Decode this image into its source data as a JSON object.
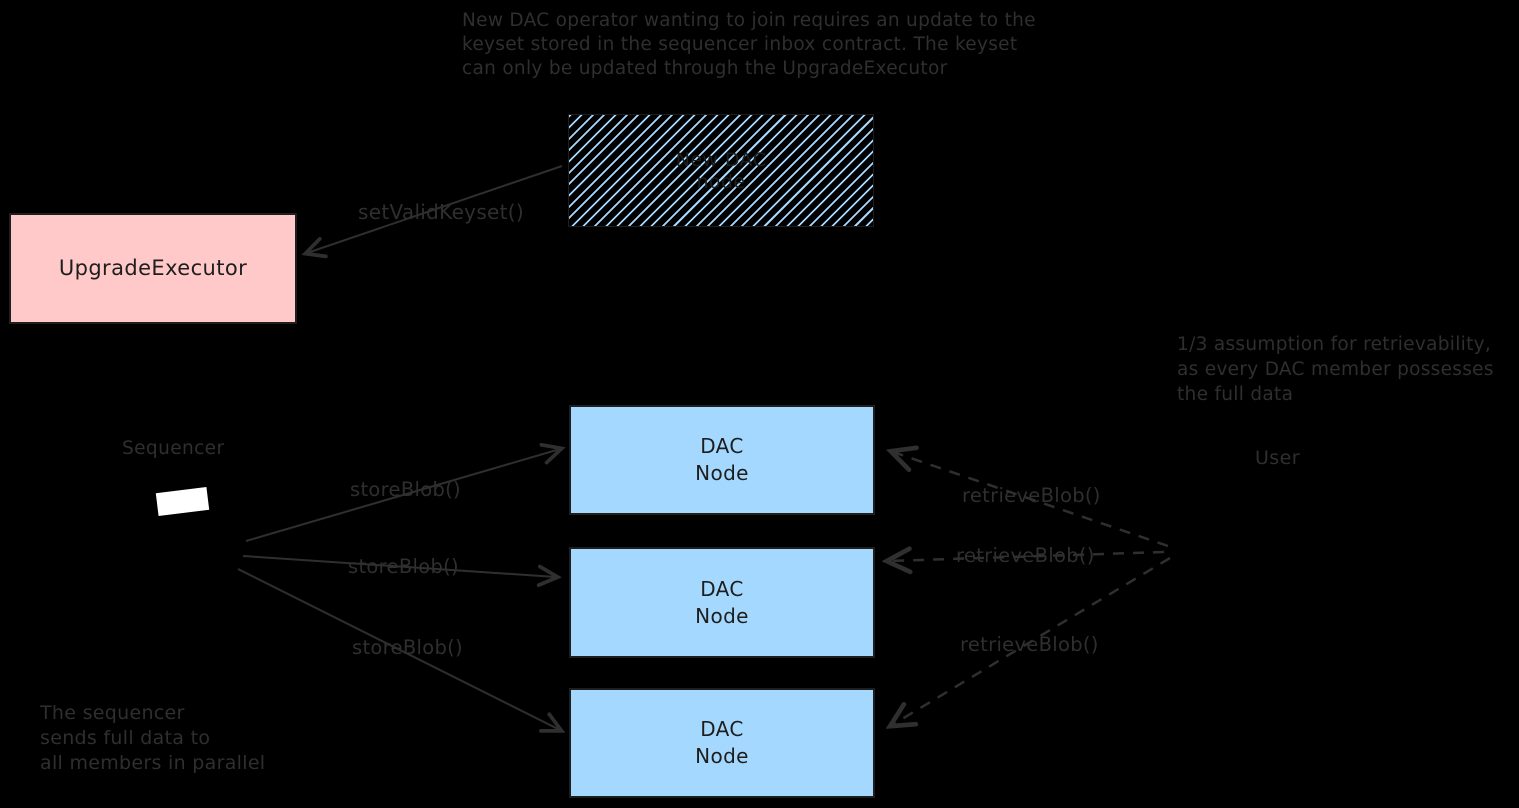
{
  "canvas": {
    "background": "#000000",
    "stroke_color": "#2f2f2f",
    "ink_color": "#1e1e1e",
    "blue_fill": "#a5d8ff",
    "pink_fill": "#ffc9c9",
    "white_shape_color": "#ffffff"
  },
  "notes": {
    "keyset_note": {
      "lines": [
        "New DAC operator wanting to join requires an update to the",
        "keyset stored in the sequencer inbox contract. The keyset",
        "can only be updated through the UpgradeExecutor"
      ]
    },
    "assumption_note": {
      "lines": [
        "1/3 assumption for retrievability,",
        "as every DAC member possesses",
        "the full data"
      ]
    },
    "sequencer_note": {
      "lines": [
        "The sequencer",
        "sends full data to",
        "all members in parallel"
      ]
    }
  },
  "boxes": {
    "new_dac_node": {
      "lines": [
        "New DAC",
        "node"
      ]
    },
    "upgrade_executor": {
      "label": "UpgradeExecutor"
    },
    "dac_node_1": {
      "lines": [
        "DAC",
        "Node"
      ]
    },
    "dac_node_2": {
      "lines": [
        "DAC",
        "Node"
      ]
    },
    "dac_node_3": {
      "lines": [
        "DAC",
        "Node"
      ]
    }
  },
  "actors": {
    "sequencer": "Sequencer",
    "user": "User"
  },
  "edge_labels": {
    "set_valid_keyset": "setValidKeyset()",
    "store_blob_1": "storeBlob()",
    "store_blob_2": "storeBlob()",
    "store_blob_3": "storeBlob()",
    "retrieve_blob_1": "retrieveBlob()",
    "retrieve_blob_2": "retrieveBlob()",
    "retrieve_blob_3": "retrieveBlob()"
  },
  "icons": {
    "sequencer_shape": "laptop-screen-shape"
  }
}
